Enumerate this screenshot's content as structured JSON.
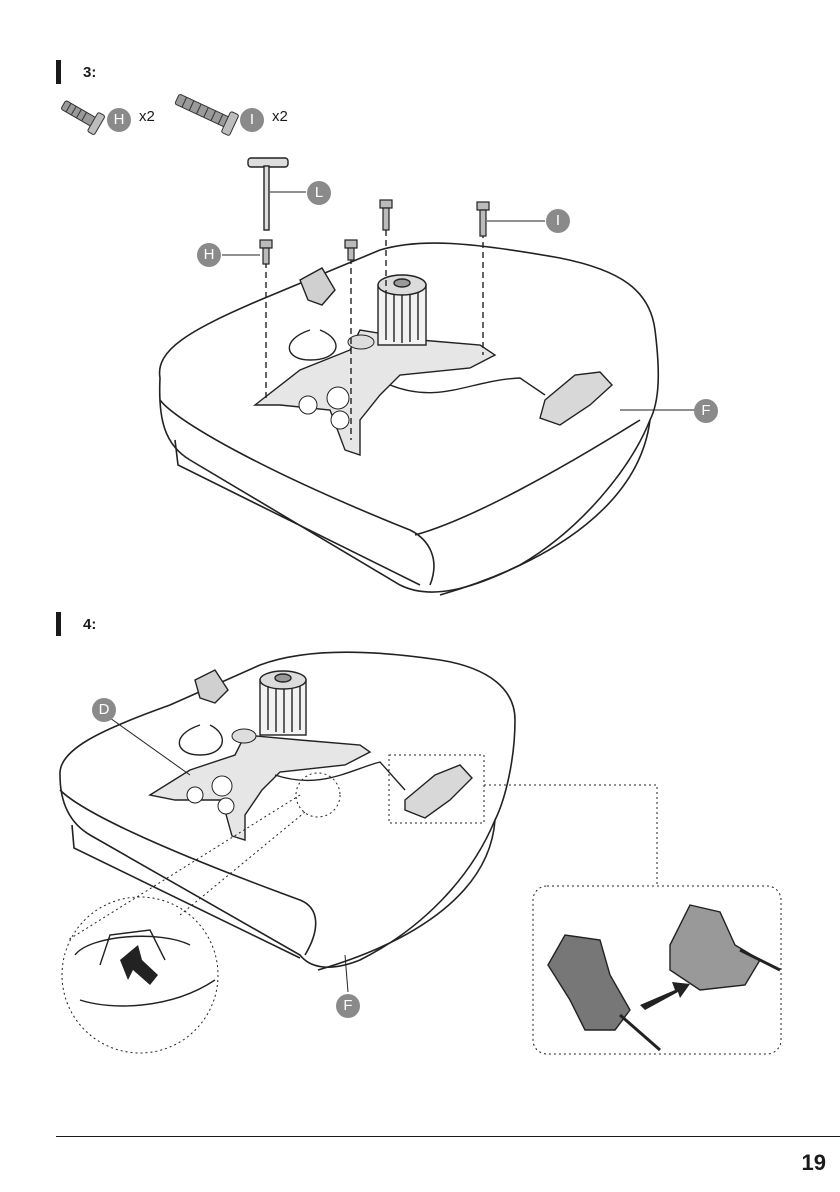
{
  "steps": [
    {
      "label": "3:"
    },
    {
      "label": "4:"
    }
  ],
  "parts": [
    {
      "letter": "H",
      "qty": "x2"
    },
    {
      "letter": "I",
      "qty": "x2"
    }
  ],
  "callouts": {
    "L": "L",
    "H": "H",
    "I": "I",
    "F1": "F",
    "D": "D",
    "F2": "F"
  },
  "page_number": "19"
}
